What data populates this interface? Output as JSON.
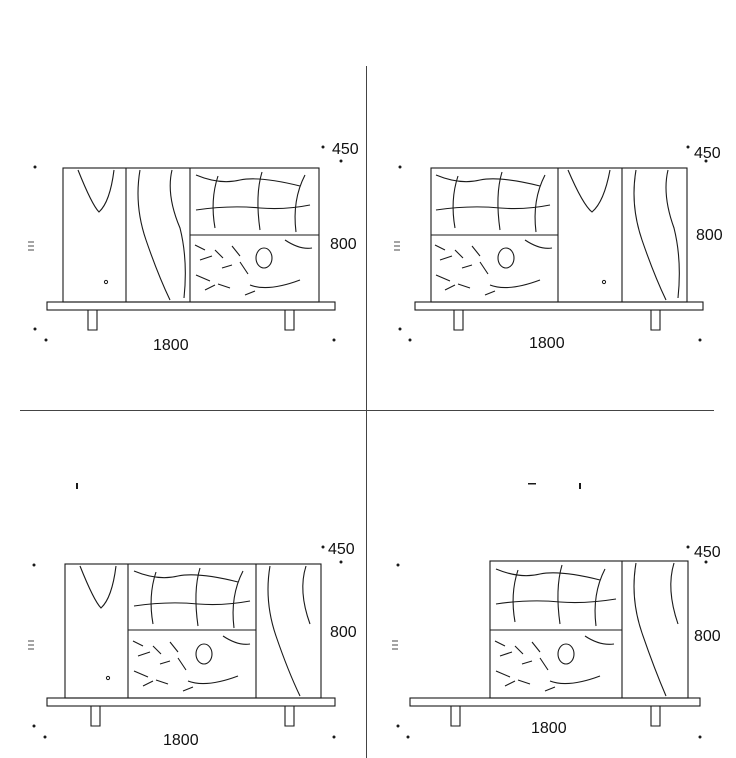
{
  "panels": [
    {
      "id": "top-left",
      "width_label": "1800",
      "depth_label": "450",
      "height_label": "800"
    },
    {
      "id": "top-right",
      "width_label": "1800",
      "depth_label": "450",
      "height_label": "800"
    },
    {
      "id": "bottom-left",
      "width_label": "1800",
      "depth_label": "450",
      "height_label": "800"
    },
    {
      "id": "bottom-right",
      "width_label": "1800",
      "depth_label": "450",
      "height_label": "800"
    }
  ],
  "colors": {
    "line": "#1a1a1a",
    "background": "#ffffff"
  },
  "icons": {
    "side_glyph": "triple-bar-icon"
  }
}
